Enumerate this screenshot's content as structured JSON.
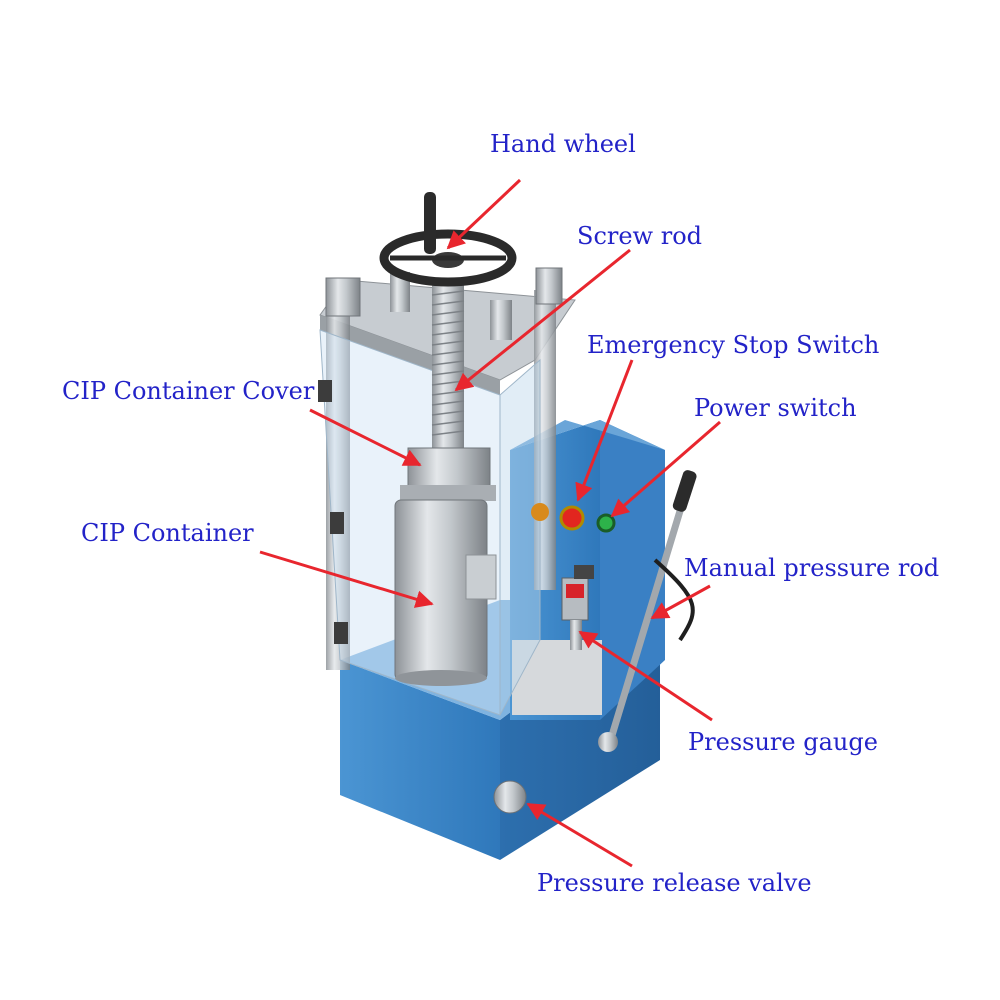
{
  "labels": {
    "hand_wheel": "Hand wheel",
    "screw_rod": "Screw rod",
    "emergency_stop": "Emergency Stop Switch",
    "cip_cover": "CIP Container Cover",
    "power_switch": "Power switch",
    "cip_container": "CIP Container",
    "manual_rod": "Manual pressure rod",
    "pressure_gauge": "Pressure gauge",
    "release_valve": "Pressure release valve"
  },
  "colors": {
    "label_text": "#2323c8",
    "arrow": "#e8262e",
    "base_blue": "#3b86c8",
    "steel": "#b9bec3"
  }
}
